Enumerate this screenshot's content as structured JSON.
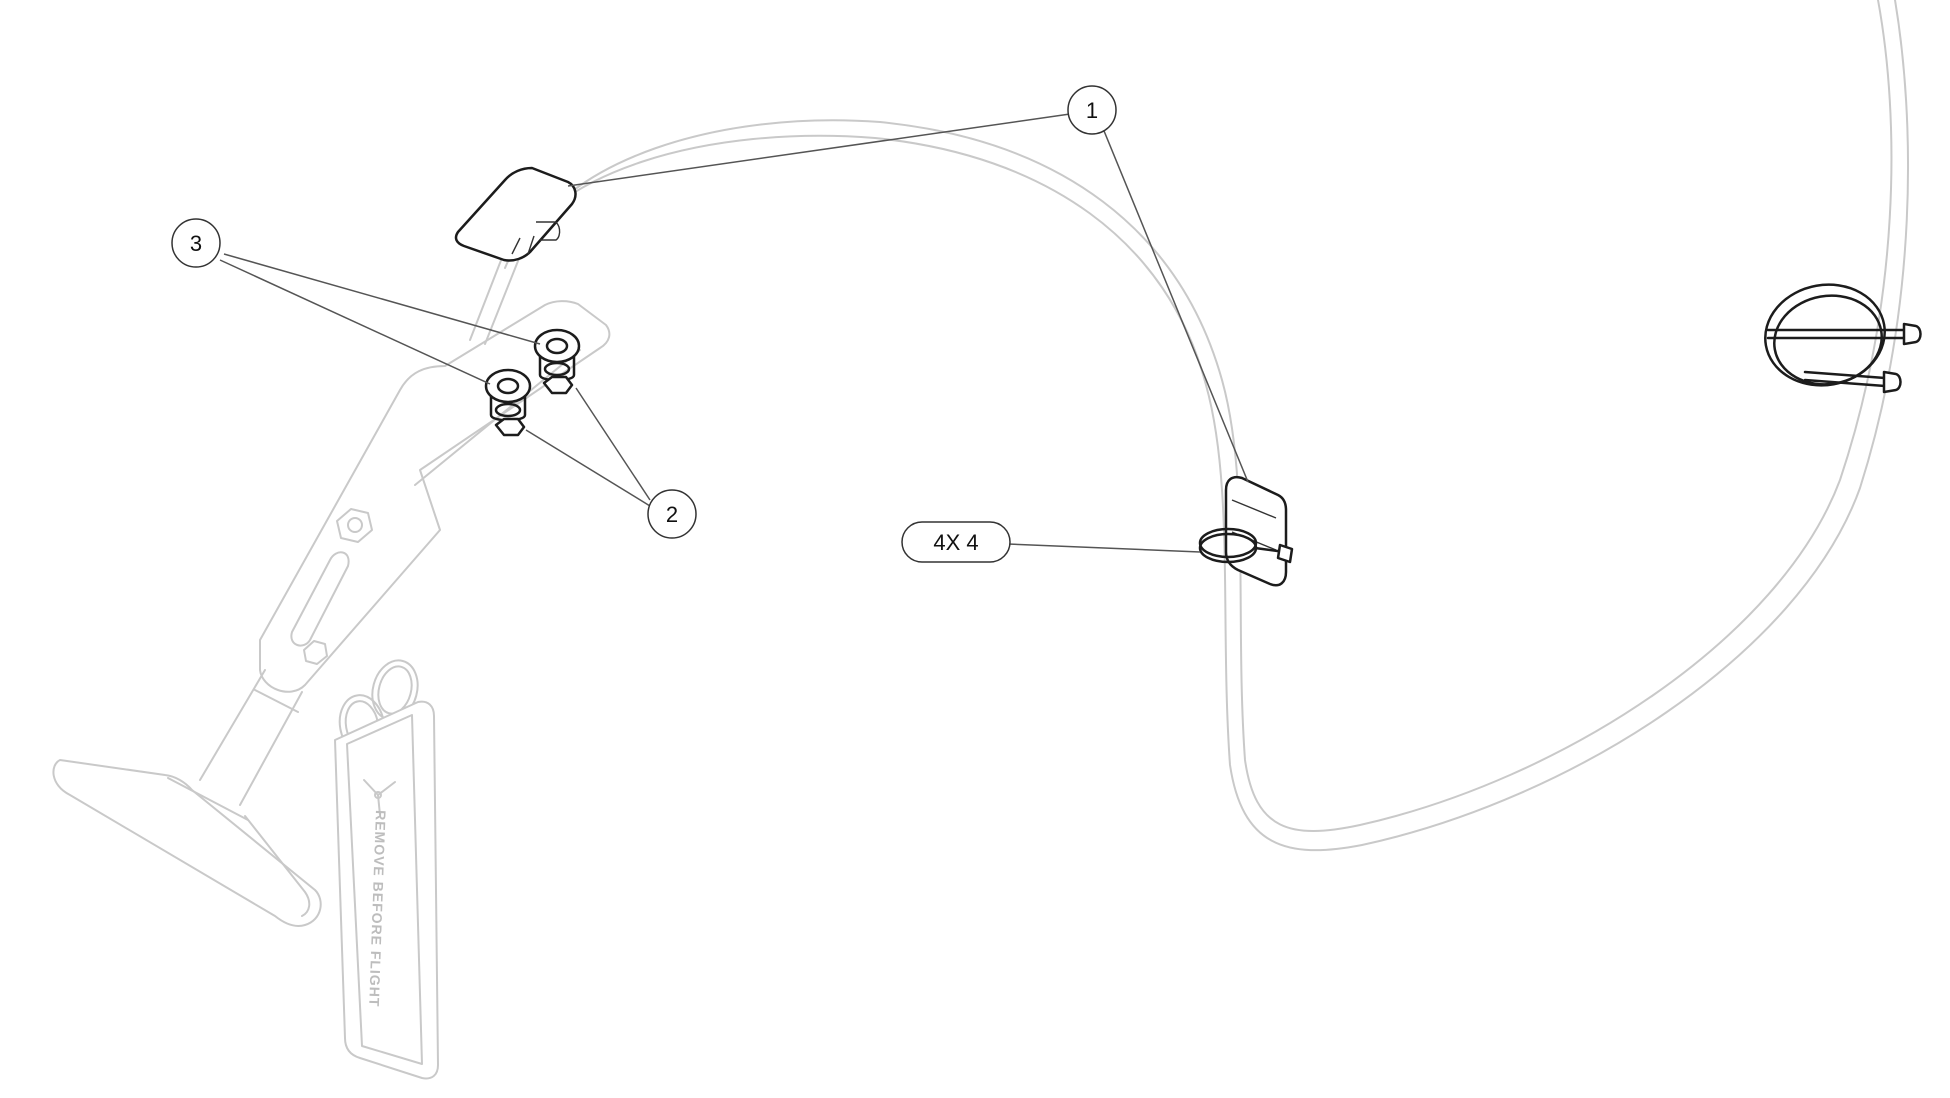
{
  "callouts": {
    "item_1": "1",
    "item_2": "2",
    "item_3": "3",
    "item_4": "4X 4"
  },
  "tag": {
    "text": "REMOVE BEFORE FLIGHT"
  },
  "colors": {
    "ghost_line": "#c9c9c9",
    "highlight_line": "#1c1c1c",
    "leader_line": "#555555"
  }
}
